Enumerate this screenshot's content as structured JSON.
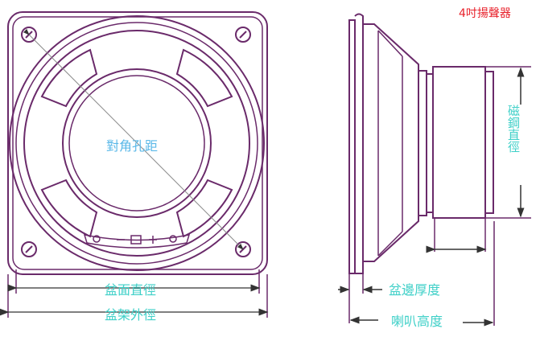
{
  "title": "4吋揚聲器",
  "labels": {
    "hole_distance": "對角孔距",
    "cone_diameter": "盆面直徑",
    "frame_outer_diameter": "盆架外徑",
    "magnet_diameter": "磁鋼直徑",
    "rim_thickness": "盆邊厚度",
    "speaker_height": "喇叭高度"
  },
  "colors": {
    "line": "#6a2a6a",
    "label": "#3fd0c8",
    "title": "#e8202a"
  }
}
